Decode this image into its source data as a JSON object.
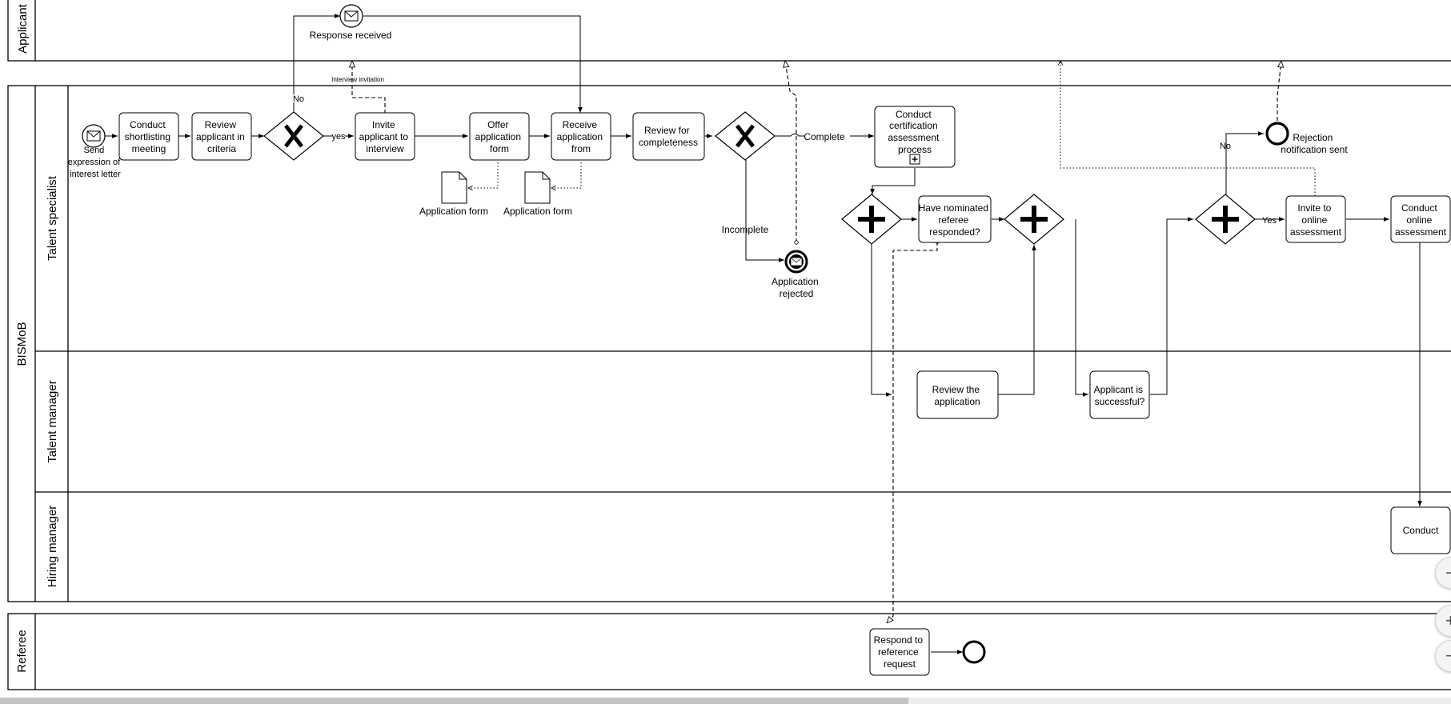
{
  "lanes": {
    "applicant": "Applicant",
    "bismob": "BISMoB",
    "talent_specialist": "Talent specialist",
    "talent_manager": "Talent manager",
    "hiring_manager": "Hiring manager",
    "referee": "Referee"
  },
  "events": {
    "send_expression": [
      "Send",
      "expression of",
      "interest letter"
    ],
    "response_received": "Response received",
    "application_rejected": [
      "Application",
      "rejected"
    ],
    "rejection_sent": [
      "Rejection",
      "notification sent"
    ]
  },
  "tasks": {
    "shortlisting": [
      "Conduct",
      "shortlisting",
      "meeting"
    ],
    "review_criteria": [
      "Review",
      "applicant in",
      "criteria"
    ],
    "invite_interview": [
      "Invite",
      "applicant to",
      "interview"
    ],
    "offer_form": [
      "Offer",
      "application",
      "form"
    ],
    "receive_form": [
      "Receive",
      "application",
      "from"
    ],
    "review_completeness": [
      "Review for",
      "completeness"
    ],
    "certification": [
      "Conduct",
      "certification",
      "assessment",
      "process"
    ],
    "nominated_referee": [
      "Have nominated",
      "referee",
      "responded?"
    ],
    "invite_online": [
      "Invite to",
      "online",
      "assessment"
    ],
    "conduct_online": [
      "Conduct",
      "online",
      "assessment"
    ],
    "review_application": [
      "Review the",
      "application"
    ],
    "applicant_successful": [
      "Applicant is",
      "successful?"
    ],
    "conduct_hm": "Conduct",
    "respond_reference": [
      "Respond to",
      "reference",
      "request"
    ]
  },
  "data_objects": {
    "form1": "Application form",
    "form2": "Application form"
  },
  "flow_labels": {
    "no": "No",
    "yes": "yes",
    "interview_invitation": "Interview invitation",
    "complete": "Complete",
    "incomplete": "Incomplete",
    "no2": "No",
    "yes2": "Yes"
  },
  "controls": {
    "fit": "⊹",
    "zoom_in": "+",
    "zoom_out": "−"
  }
}
